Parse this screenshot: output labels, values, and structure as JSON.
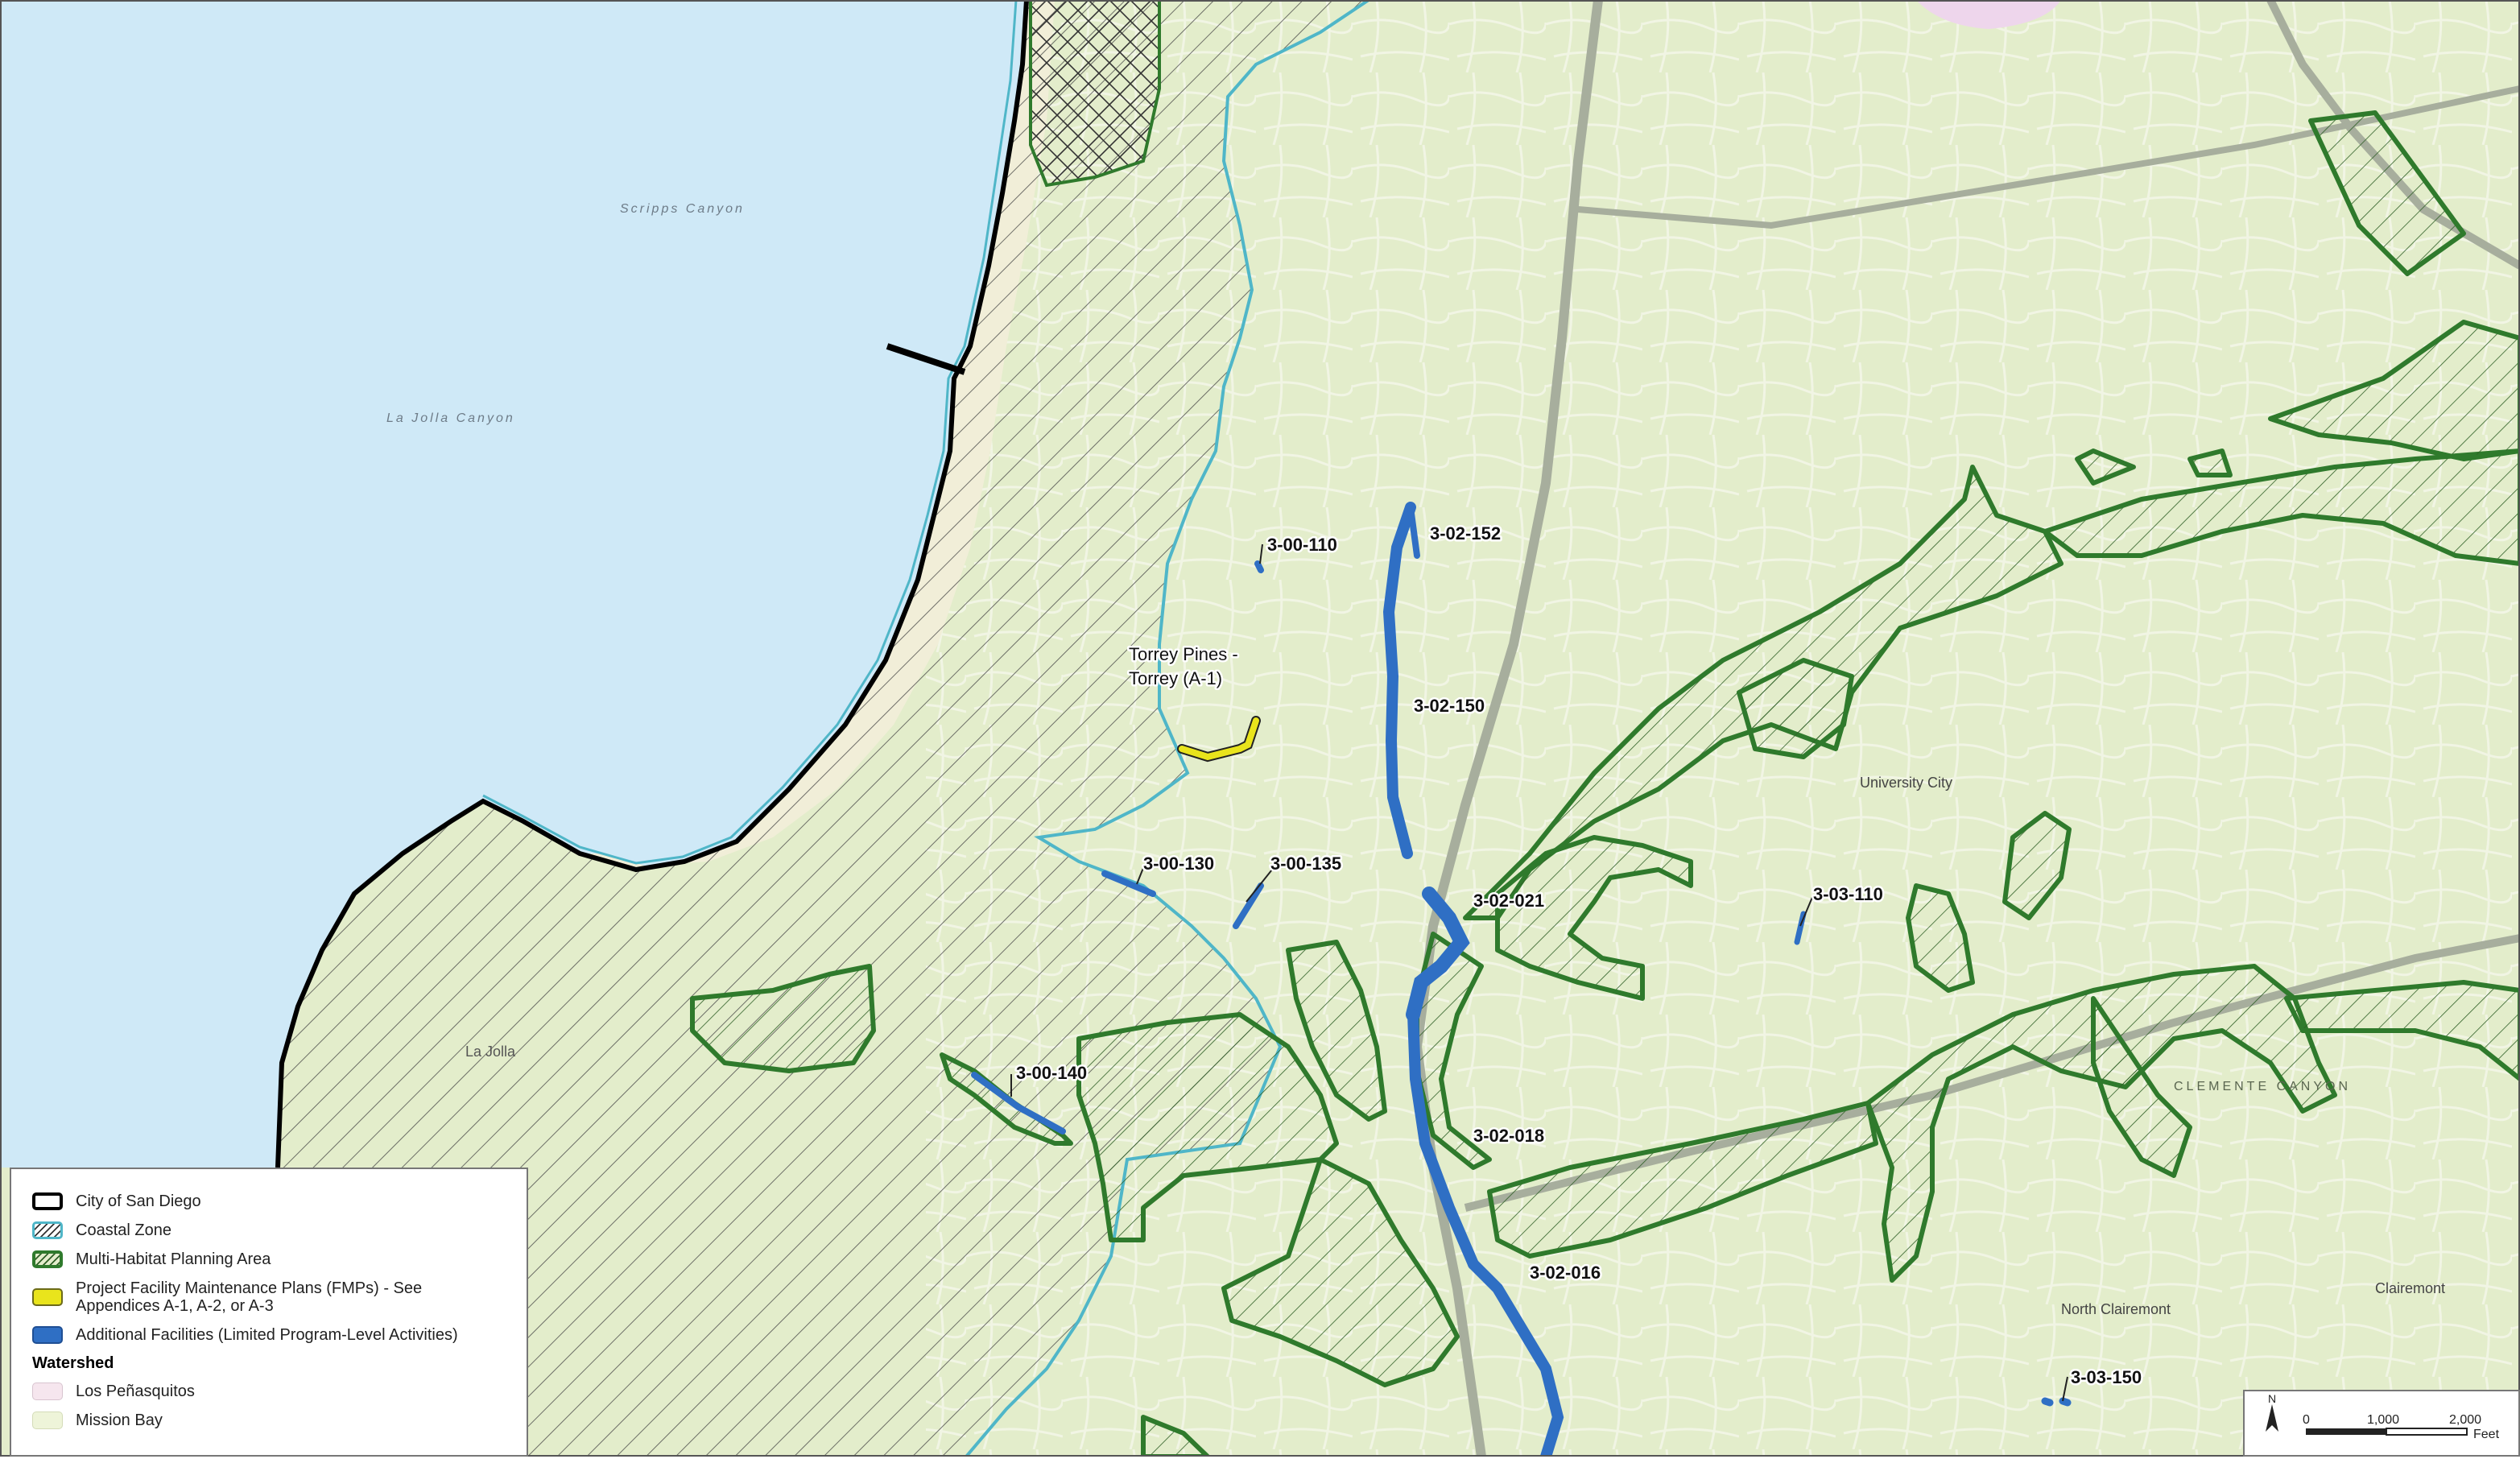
{
  "map": {
    "water_labels": [
      "Scripps Canyon",
      "La Jolla Canyon"
    ],
    "place_labels": [
      "University City",
      "La Jolla",
      "North Clairemont",
      "Clairemont",
      "CLEMENTE CANYON"
    ],
    "facility_labels": [
      "3-00-110",
      "3-02-152",
      "3-02-150",
      "3-00-130",
      "3-00-135",
      "3-02-021",
      "3-03-110",
      "3-00-140",
      "3-02-018",
      "3-02-016",
      "3-03-150"
    ],
    "fmp_label_line1": "Torrey Pines -",
    "fmp_label_line2": "Torrey (A-1)"
  },
  "legend": {
    "items": [
      {
        "label": "City of San Diego"
      },
      {
        "label": "Coastal Zone"
      },
      {
        "label": "Multi-Habitat Planning Area"
      },
      {
        "label_line1": "Project Facility Maintenance Plans (FMPs) - See",
        "label_line2": "Appendices A-1, A-2, or A-3"
      },
      {
        "label": "Additional Facilities (Limited Program-Level Activities)"
      }
    ],
    "watershed_heading": "Watershed",
    "watershed_items": [
      {
        "label": "Los Peñasquitos"
      },
      {
        "label": "Mission Bay"
      }
    ]
  },
  "scale": {
    "north": "N",
    "ticks": [
      "0",
      "1,000",
      "2,000"
    ],
    "unit": "Feet"
  },
  "colors": {
    "ocean": "#cfe9f7",
    "land": "#e3edcb",
    "mhpa_stroke": "#2f7a2c",
    "coastal_zone": "#4fb6c8",
    "fmp": "#e9e41c",
    "facility": "#2f6fc4",
    "city_boundary": "#000000",
    "los_penasquitos": "#f6e6ee",
    "mission_bay": "#eef4d9"
  }
}
